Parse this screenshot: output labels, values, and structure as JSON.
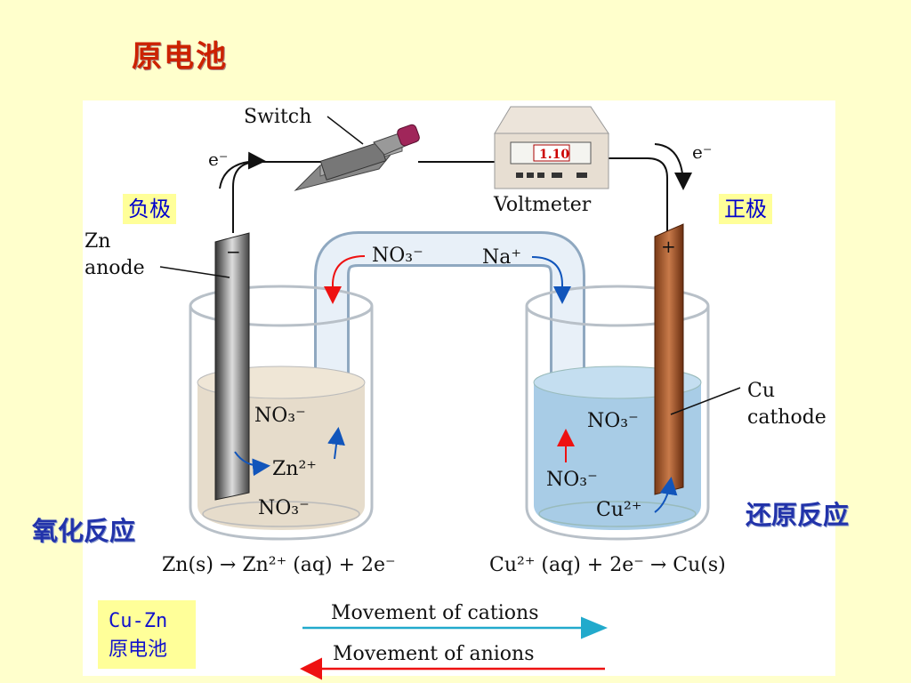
{
  "slide": {
    "title": "原电池"
  },
  "diagram": {
    "switch_label": "Switch",
    "voltmeter_label": "Voltmeter",
    "voltmeter_reading": "1.10",
    "electron_left": "e⁻",
    "electron_right": "e⁻",
    "anode_electrode": [
      "Zn",
      "anode"
    ],
    "cathode_electrode": [
      "Cu",
      "cathode"
    ],
    "anode_sign": "−",
    "cathode_sign": "+",
    "salt_bridge_anion": "NO₃⁻",
    "salt_bridge_cation": "Na⁺",
    "left_beaker_ions": [
      "NO₃⁻",
      "Zn²⁺",
      "NO₃⁻"
    ],
    "right_beaker_ions": [
      "NO₃⁻",
      "NO₃⁻",
      "Cu²⁺"
    ],
    "anode_equation": "Zn(s) → Zn²⁺ (aq) + 2e⁻",
    "cathode_equation": "Cu²⁺ (aq) + 2e⁻ → Cu(s)",
    "legend_cations": "Movement of cations",
    "legend_anions": "Movement of anions"
  },
  "tags": {
    "negative": "负极",
    "positive": "正极",
    "oxidation": "氧化反应",
    "reduction": "还原反应",
    "cell_name": [
      "Cu-Zn",
      "原电池"
    ]
  },
  "colors": {
    "title": "#cc2200",
    "tag_text": "#0000cc",
    "cation_arrow": "#1155bb",
    "anion_arrow": "#ee1111",
    "legend_cation_line": "#22aacc"
  }
}
